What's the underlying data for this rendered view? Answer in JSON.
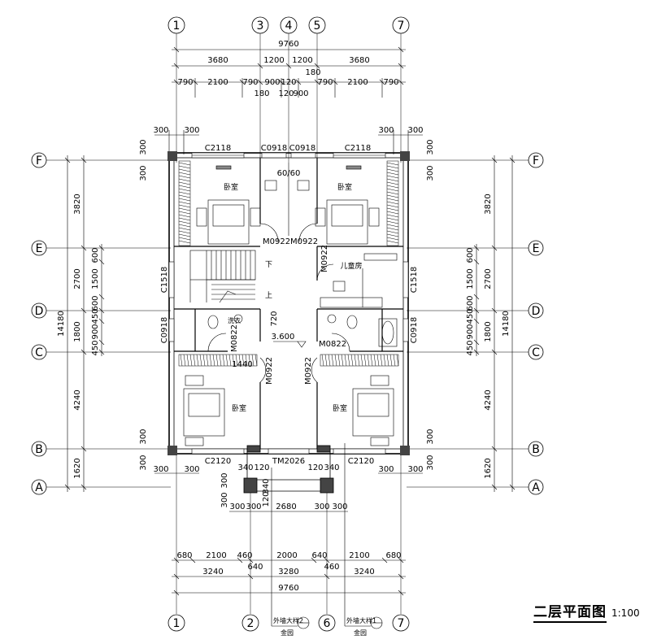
{
  "title": {
    "text": "二层平面图",
    "scale": "1:100"
  },
  "grid": {
    "top_axes": [
      "1",
      "3",
      "4",
      "5",
      "7"
    ],
    "bottom_axes": [
      "1",
      "2",
      "6",
      "7"
    ],
    "left_axes": [
      "F",
      "E",
      "D",
      "C",
      "B",
      "A"
    ],
    "right_axes": [
      "F",
      "E",
      "D",
      "C",
      "B",
      "A"
    ]
  },
  "dims": {
    "top_total": "9760",
    "top_row2": [
      "3680",
      "1200",
      "1200",
      "3680"
    ],
    "top_row3": [
      "790",
      "2100",
      "790",
      "900",
      "120",
      "790",
      "2100",
      "790"
    ],
    "top_row3_sub": [
      "180",
      "120",
      "900",
      "180"
    ],
    "corner_300": "300",
    "left_total": "14180",
    "left_main": [
      "3820",
      "2700",
      "1800",
      "4240",
      "1620"
    ],
    "left_sub": [
      "600",
      "1500",
      "600",
      "450",
      "900",
      "450"
    ],
    "bottom_row1": [
      "680",
      "2100",
      "460",
      "2000",
      "640",
      "2100",
      "680"
    ],
    "bottom_row1_sub": [
      "640",
      "460"
    ],
    "bottom_row2": [
      "3240",
      "3280",
      "3240"
    ],
    "bottom_total": "9760",
    "porch": [
      "300",
      "300",
      "2680",
      "300",
      "300"
    ],
    "porch_small": [
      "340",
      "120",
      "120",
      "340"
    ],
    "porch_vert": [
      "340",
      "120"
    ]
  },
  "windows": {
    "top": [
      "C2118",
      "C0918",
      "C0918",
      "C2118"
    ],
    "side": [
      "C1518",
      "C1518",
      "C0918",
      "C0918"
    ],
    "bottom": [
      "C2120",
      "C2120"
    ],
    "door_bottom": "TM2026"
  },
  "doors": [
    "M0922",
    "M0922",
    "M0922",
    "M0822",
    "M0822",
    "M0922",
    "M0922"
  ],
  "rooms": {
    "bedroom": "卧室",
    "kids_room": "儿童房",
    "bath": "洗衣",
    "down": "下",
    "up": "上"
  },
  "labels": {
    "ac_hole": "60/60",
    "level": "3.600",
    "width_1440": "1440",
    "dim_720": "720",
    "detail_left": "外墙大样2",
    "detail_right": "外墙大样1",
    "detail_sub": "金园"
  }
}
